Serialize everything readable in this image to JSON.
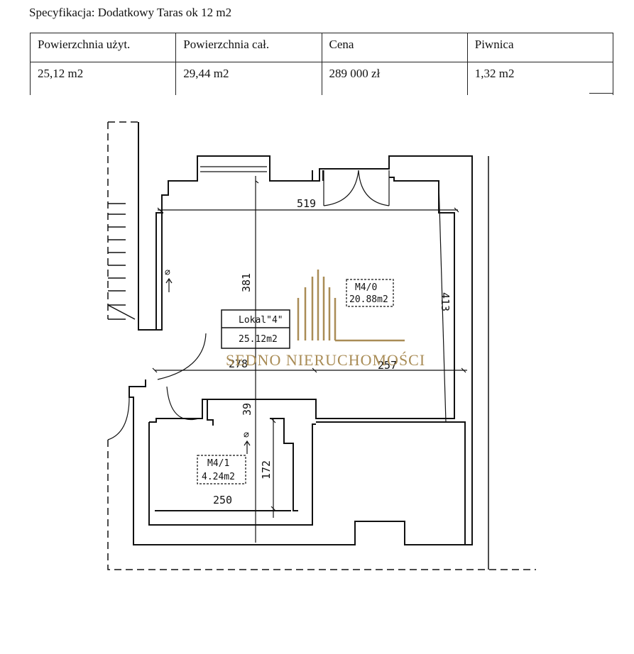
{
  "spec": {
    "title": "Specyfikacja: Dodatkowy Taras ok 12 m2",
    "headers": [
      "Powierzchnia użyt.",
      "Powierzchnia cał.",
      "Cena",
      "Piwnica"
    ],
    "values": [
      "25,12 m2",
      "29,44 m2",
      "289 000 zł",
      "1,32 m2"
    ]
  },
  "plan": {
    "dimensions": {
      "d519": "519",
      "d381": "381",
      "d413": "413",
      "d278": "278",
      "d257": "257",
      "d39": "39",
      "d172": "172",
      "d250": "250"
    },
    "rooms": {
      "m40_name": "M4/0",
      "m40_area": "20.88m2",
      "lokal_name": "Lokal\"4\"",
      "lokal_area": "25.12m2",
      "m41_name": "M4/1",
      "m41_area": "4.24m2"
    },
    "watermark": "SEDNO NIERUCHOMOŚCI",
    "arrow_symbol": "⌀"
  }
}
